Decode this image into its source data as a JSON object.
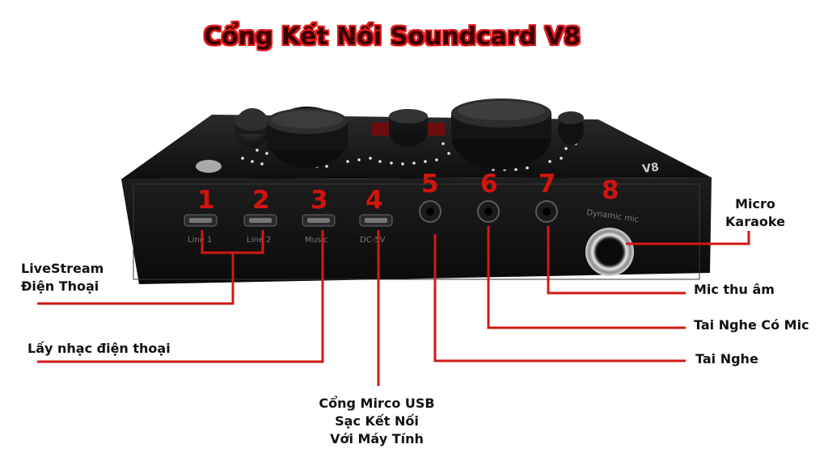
{
  "title": "Cổng Kết Nối Soundcard V8",
  "port_numbers": [
    "1",
    "2",
    "3",
    "4",
    "5",
    "6",
    "7",
    "8"
  ],
  "port_labels": [
    "Line 1",
    "Line 2",
    "Music",
    "DC-5V",
    "",
    "",
    "",
    "Dynamic mic"
  ],
  "device_brand": "V8",
  "labels": {
    "livestream": [
      "LiveStream",
      "Điện Thoại"
    ],
    "lay_nhac": "Lấy nhạc điện thoại",
    "usb": [
      "Cổng Mirco USB",
      "Sạc Kết Nối",
      "Với Máy Tính"
    ],
    "micro": [
      "Micro",
      "Karaoke"
    ],
    "mic_thu_am": "Mic thu âm",
    "tai_nghe_co_mic": "Tai Nghe Có Mic",
    "tai_nghe": "Tai Nghe"
  },
  "colors": {
    "leader_line": "#d11a14",
    "number": "#d3140e",
    "title_stroke": "#e31b1b",
    "device": "#161616"
  }
}
